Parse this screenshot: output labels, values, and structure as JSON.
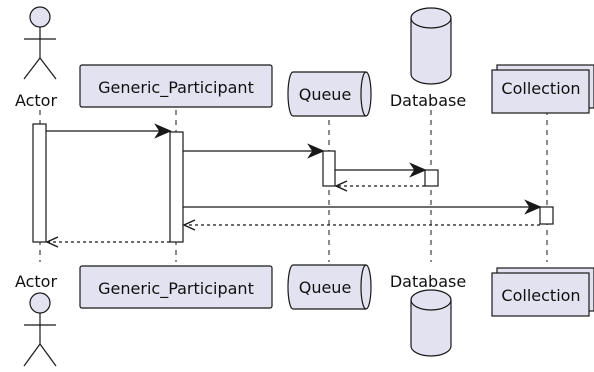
{
  "participants": {
    "actor": "Actor",
    "generic": "Generic_Participant",
    "queue": "Queue",
    "database": "Database",
    "collection": "Collection"
  },
  "colors": {
    "participant_fill": "#e2e2f0",
    "stroke": "#181818"
  },
  "icons": {
    "actor": "stick-figure-icon",
    "queue": "queue-cylinder-icon",
    "database": "database-cylinder-icon",
    "collection": "stacked-collection-icon"
  },
  "messages": [
    {
      "from": "actor",
      "to": "generic",
      "kind": "call"
    },
    {
      "from": "generic",
      "to": "queue",
      "kind": "call"
    },
    {
      "from": "queue",
      "to": "database",
      "kind": "call"
    },
    {
      "from": "database",
      "to": "queue",
      "kind": "return"
    },
    {
      "from": "generic",
      "to": "collection",
      "kind": "call"
    },
    {
      "from": "collection",
      "to": "generic",
      "kind": "return"
    },
    {
      "from": "generic",
      "to": "actor",
      "kind": "return"
    }
  ]
}
